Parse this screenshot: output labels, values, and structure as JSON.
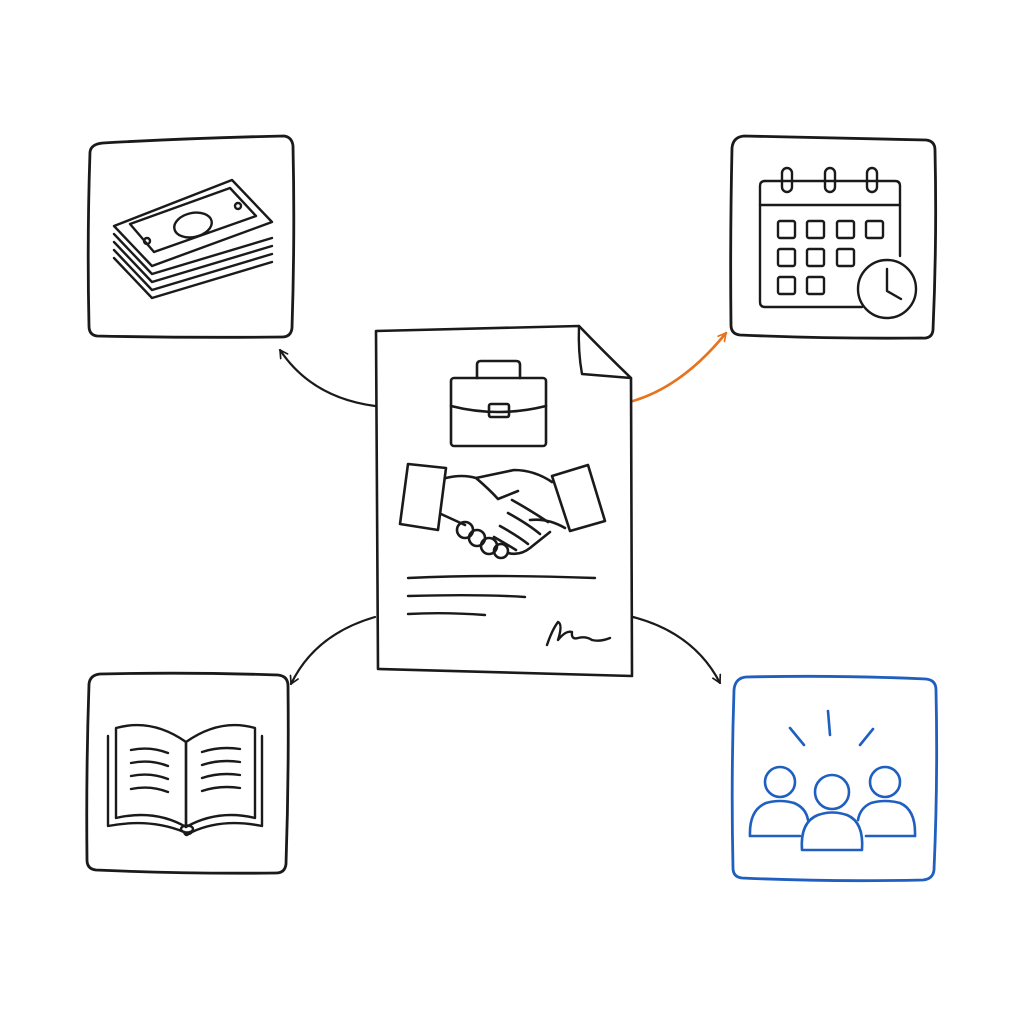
{
  "colors": {
    "ink": "#1a1a1a",
    "accent_orange": "#e8731c",
    "accent_blue": "#1f5fbf",
    "background": "#ffffff"
  },
  "center": {
    "icons": [
      "document-icon",
      "briefcase-icon",
      "handshake-icon",
      "text-lines",
      "signature"
    ],
    "text_line_count": 3
  },
  "nodes": [
    {
      "id": "money",
      "icon": "money-stack-icon",
      "color": "#1a1a1a"
    },
    {
      "id": "schedule",
      "icon": "calendar-clock-icon",
      "color": "#1a1a1a"
    },
    {
      "id": "knowledge",
      "icon": "open-book-icon",
      "color": "#1a1a1a"
    },
    {
      "id": "team",
      "icon": "group-people-icon",
      "color": "#1f5fbf"
    }
  ],
  "connectors": [
    {
      "to": "money",
      "color": "#1a1a1a"
    },
    {
      "to": "schedule",
      "color": "#e8731c"
    },
    {
      "to": "knowledge",
      "color": "#1a1a1a"
    },
    {
      "to": "team",
      "color": "#1a1a1a"
    }
  ]
}
